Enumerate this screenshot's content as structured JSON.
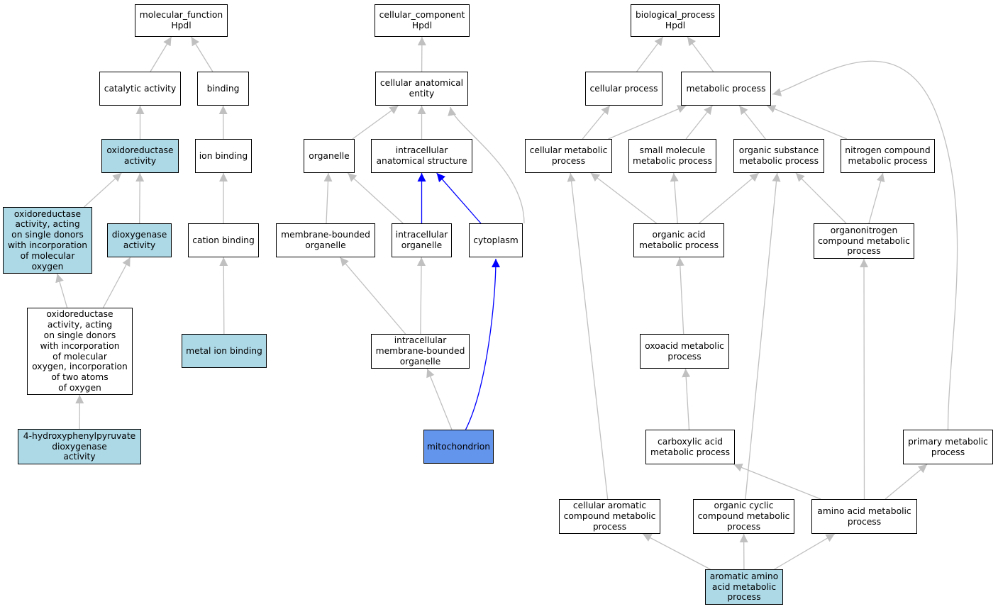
{
  "colors": {
    "node_default": "#ffffff",
    "node_highlight": "#add8e6",
    "node_selected": "#6495ed",
    "edge_default": "#c0c0c0",
    "edge_path": "#0000ff"
  },
  "nodes": {
    "mf_root": {
      "lines": [
        "molecular_function",
        "Hpdl"
      ]
    },
    "catalytic": {
      "lines": [
        "catalytic activity"
      ]
    },
    "binding": {
      "lines": [
        "binding"
      ]
    },
    "oxidoreductase": {
      "lines": [
        "oxidoreductase",
        "activity"
      ]
    },
    "ion_binding": {
      "lines": [
        "ion binding"
      ]
    },
    "oxido_single": {
      "lines": [
        "oxidoreductase",
        "activity, acting",
        "on single donors",
        "with incorporation",
        "of molecular",
        "oxygen"
      ]
    },
    "dioxygenase": {
      "lines": [
        "dioxygenase",
        "activity"
      ]
    },
    "cation_binding": {
      "lines": [
        "cation binding"
      ]
    },
    "oxido_two_atoms": {
      "lines": [
        "oxidoreductase",
        "activity, acting",
        "on single donors",
        "with incorporation",
        "of molecular",
        "oxygen, incorporation",
        "of two atoms",
        "of oxygen"
      ]
    },
    "metal_ion": {
      "lines": [
        "metal ion binding"
      ]
    },
    "hppd": {
      "lines": [
        "4-hydroxyphenylpyruvate",
        "dioxygenase",
        "activity"
      ]
    },
    "cc_root": {
      "lines": [
        "cellular_component",
        "Hpdl"
      ]
    },
    "cae": {
      "lines": [
        "cellular anatomical",
        "entity"
      ]
    },
    "organelle": {
      "lines": [
        "organelle"
      ]
    },
    "intracellular_as": {
      "lines": [
        "intracellular",
        "anatomical structure"
      ]
    },
    "membrane_bounded": {
      "lines": [
        "membrane-bounded",
        "organelle"
      ]
    },
    "intracellular_org": {
      "lines": [
        "intracellular",
        "organelle"
      ]
    },
    "cytoplasm": {
      "lines": [
        "cytoplasm"
      ]
    },
    "intracellular_mbo": {
      "lines": [
        "intracellular",
        "membrane-bounded",
        "organelle"
      ]
    },
    "mitochondrion": {
      "lines": [
        "mitochondrion"
      ]
    },
    "bp_root": {
      "lines": [
        "biological_process",
        "Hpdl"
      ]
    },
    "cellular_process": {
      "lines": [
        "cellular process"
      ]
    },
    "metabolic_process": {
      "lines": [
        "metabolic process"
      ]
    },
    "cellular_metabolic": {
      "lines": [
        "cellular metabolic",
        "process"
      ]
    },
    "small_molecule": {
      "lines": [
        "small molecule",
        "metabolic process"
      ]
    },
    "organic_substance": {
      "lines": [
        "organic substance",
        "metabolic process"
      ]
    },
    "nitrogen_compound": {
      "lines": [
        "nitrogen compound",
        "metabolic process"
      ]
    },
    "organic_acid": {
      "lines": [
        "organic acid",
        "metabolic process"
      ]
    },
    "organonitrogen": {
      "lines": [
        "organonitrogen",
        "compound metabolic",
        "process"
      ]
    },
    "oxoacid": {
      "lines": [
        "oxoacid metabolic",
        "process"
      ]
    },
    "carboxylic": {
      "lines": [
        "carboxylic acid",
        "metabolic process"
      ]
    },
    "primary_metabolic": {
      "lines": [
        "primary metabolic",
        "process"
      ]
    },
    "cellular_aromatic": {
      "lines": [
        "cellular aromatic",
        "compound metabolic",
        "process"
      ]
    },
    "organic_cyclic": {
      "lines": [
        "organic cyclic",
        "compound metabolic",
        "process"
      ]
    },
    "amino_acid": {
      "lines": [
        "amino acid metabolic",
        "process"
      ]
    },
    "aromatic_amino": {
      "lines": [
        "aromatic amino",
        "acid metabolic",
        "process"
      ]
    }
  },
  "edges": [
    {
      "from": "catalytic",
      "to": "mf_root"
    },
    {
      "from": "binding",
      "to": "mf_root"
    },
    {
      "from": "oxidoreductase",
      "to": "catalytic"
    },
    {
      "from": "ion_binding",
      "to": "binding"
    },
    {
      "from": "oxido_single",
      "to": "oxidoreductase"
    },
    {
      "from": "dioxygenase",
      "to": "oxidoreductase"
    },
    {
      "from": "cation_binding",
      "to": "ion_binding"
    },
    {
      "from": "oxido_two_atoms",
      "to": "oxido_single"
    },
    {
      "from": "oxido_two_atoms",
      "to": "dioxygenase"
    },
    {
      "from": "metal_ion",
      "to": "cation_binding"
    },
    {
      "from": "hppd",
      "to": "oxido_two_atoms"
    },
    {
      "from": "cae",
      "to": "cc_root"
    },
    {
      "from": "organelle",
      "to": "cae"
    },
    {
      "from": "intracellular_as",
      "to": "cae"
    },
    {
      "from": "cytoplasm",
      "to": "cae"
    },
    {
      "from": "membrane_bounded",
      "to": "organelle"
    },
    {
      "from": "intracellular_org",
      "to": "organelle"
    },
    {
      "from": "intracellular_org",
      "to": "intracellular_as",
      "path": true
    },
    {
      "from": "cytoplasm",
      "to": "intracellular_as",
      "path": true
    },
    {
      "from": "intracellular_mbo",
      "to": "membrane_bounded"
    },
    {
      "from": "intracellular_mbo",
      "to": "intracellular_org"
    },
    {
      "from": "mitochondrion",
      "to": "intracellular_mbo"
    },
    {
      "from": "mitochondrion",
      "to": "cytoplasm",
      "path": true
    },
    {
      "from": "cellular_process",
      "to": "bp_root"
    },
    {
      "from": "metabolic_process",
      "to": "bp_root"
    },
    {
      "from": "cellular_metabolic",
      "to": "cellular_process"
    },
    {
      "from": "cellular_metabolic",
      "to": "metabolic_process"
    },
    {
      "from": "small_molecule",
      "to": "metabolic_process"
    },
    {
      "from": "organic_substance",
      "to": "metabolic_process"
    },
    {
      "from": "nitrogen_compound",
      "to": "metabolic_process"
    },
    {
      "from": "primary_metabolic",
      "to": "metabolic_process"
    },
    {
      "from": "organic_acid",
      "to": "cellular_metabolic"
    },
    {
      "from": "organic_acid",
      "to": "small_molecule"
    },
    {
      "from": "organic_acid",
      "to": "organic_substance"
    },
    {
      "from": "organonitrogen",
      "to": "organic_substance"
    },
    {
      "from": "organonitrogen",
      "to": "nitrogen_compound"
    },
    {
      "from": "oxoacid",
      "to": "organic_acid"
    },
    {
      "from": "carboxylic",
      "to": "oxoacid"
    },
    {
      "from": "cellular_aromatic",
      "to": "cellular_metabolic"
    },
    {
      "from": "organic_cyclic",
      "to": "organic_substance"
    },
    {
      "from": "amino_acid",
      "to": "carboxylic"
    },
    {
      "from": "amino_acid",
      "to": "primary_metabolic"
    },
    {
      "from": "amino_acid",
      "to": "organonitrogen"
    },
    {
      "from": "aromatic_amino",
      "to": "cellular_aromatic"
    },
    {
      "from": "aromatic_amino",
      "to": "organic_cyclic"
    },
    {
      "from": "aromatic_amino",
      "to": "amino_acid"
    }
  ]
}
